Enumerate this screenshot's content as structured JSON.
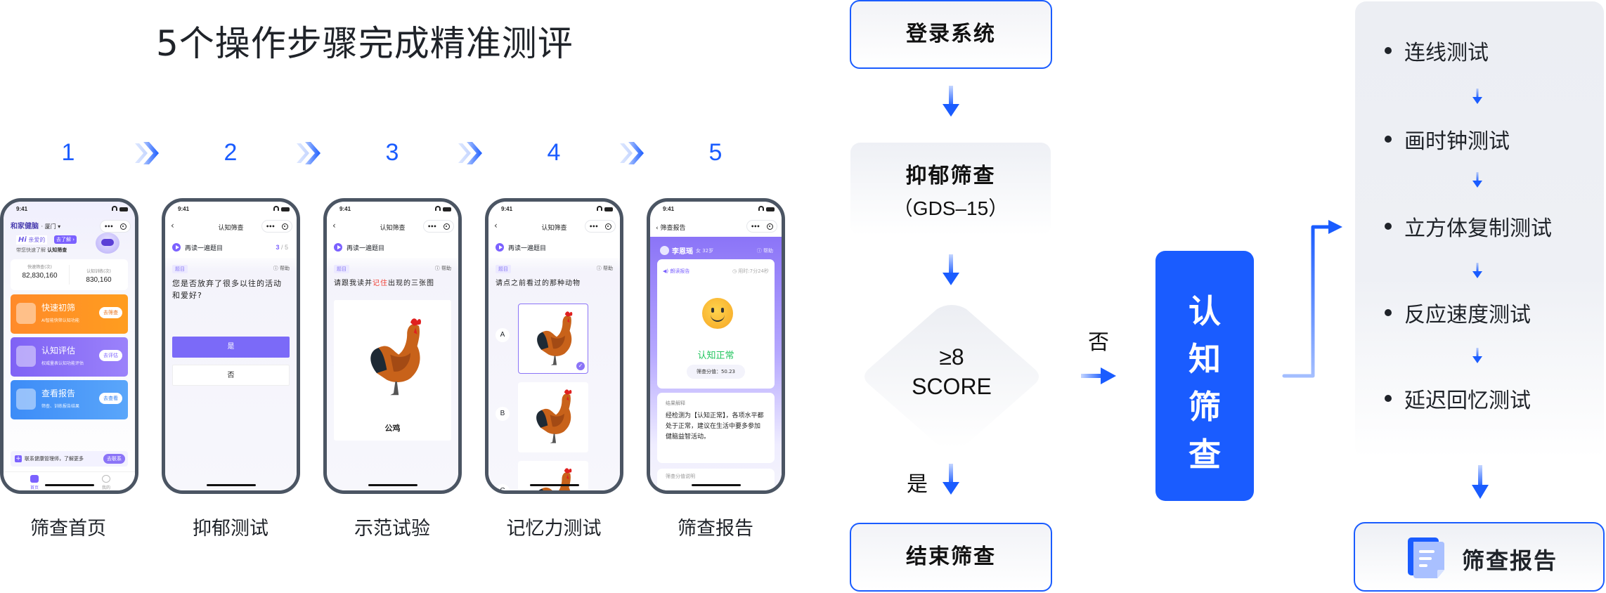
{
  "title": "5个操作步骤完成精准测评",
  "steps": [
    {
      "number": "1",
      "label": "筛查首页"
    },
    {
      "number": "2",
      "label": "抑郁测试"
    },
    {
      "number": "3",
      "label": "示范试验"
    },
    {
      "number": "4",
      "label": "记忆力测试"
    },
    {
      "number": "5",
      "label": "筛查报告"
    }
  ],
  "phone_common": {
    "time": "9:41",
    "nav_title": "认知筛查",
    "reread": "再读一遍题目",
    "question_tag": "题目",
    "help": "帮助",
    "back": "‹"
  },
  "phone1": {
    "brand": "和家健脑",
    "city": "· 厦门 ▾",
    "hi": "Hi",
    "greeting": "亲爱的",
    "learn": "去了解 ›",
    "subtitle_prefix": "带您快速了解",
    "subtitle_bold": "认知筛查",
    "stats": [
      {
        "label": "快速筛查(次)",
        "value": "82,830,160"
      },
      {
        "label": "认知训练(次)",
        "value": "830,160"
      }
    ],
    "cards": [
      {
        "title": "快速初筛",
        "subtitle": "AI智能快筛认知功能",
        "button": "去筛查",
        "color": "#ff8a2a"
      },
      {
        "title": "认知评估",
        "subtitle": "权威量表认知功能评估",
        "button": "去评估",
        "color": "#8b6df7"
      },
      {
        "title": "查看报告",
        "subtitle": "筛查、训练报告结果",
        "button": "去查看",
        "color": "#4a94f8"
      }
    ],
    "contact": "联系健康管理师，了解更多",
    "contact_button": "去联系",
    "tabs": [
      "首页",
      "我的"
    ]
  },
  "phone2": {
    "progress_current": "3",
    "progress_total": "/ 5",
    "question": "您是否放弃了很多以往的活动和爱好?",
    "yes": "是",
    "no": "否"
  },
  "phone3": {
    "question_pre": "请跟我读并",
    "question_highlight": "记住",
    "question_post": "出现的三张图",
    "image_caption": "公鸡"
  },
  "phone4": {
    "question": "请点之前看过的那种动物",
    "options": [
      "A",
      "B",
      "C"
    ],
    "selected": "A"
  },
  "phone5": {
    "nav_title": "筛查报告",
    "user_name": "李恩瑶",
    "user_info": "女 32岁",
    "help": "ⓘ 帮助",
    "read_report": "◀) 朗读报告",
    "duration": "◷ 用时:7分24秒",
    "result": "认知正常",
    "score": "筛查分值：50.23",
    "explain_title": "结果解释",
    "explain_body": "经检测为【认知正常】，各项水平都处于正常，建议在生活中要多参加健脑益智活动。",
    "more_title": "筛查分值说明"
  },
  "flow": {
    "login": "登录系统",
    "depression_title": "抑郁筛查",
    "depression_scale": "（GDS–15）",
    "decision_line1": "≥8",
    "decision_line2": "SCORE",
    "yes_label": "是",
    "no_label": "否",
    "end": "结束筛查",
    "cognitive": [
      "认",
      "知",
      "筛",
      "查"
    ],
    "tests": [
      "连线测试",
      "画时钟测试",
      "立方体复制测试",
      "反应速度测试",
      "延迟回忆测试"
    ],
    "report": "筛查报告"
  },
  "colors": {
    "accent_blue": "#1a5cff",
    "purple": "#7b61ff",
    "text_dark": "#1f2329"
  }
}
